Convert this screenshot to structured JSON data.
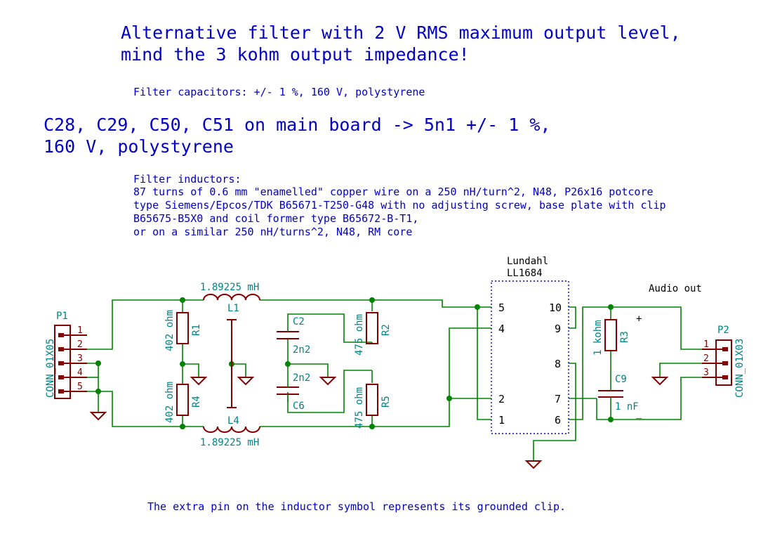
{
  "notes": {
    "title_line1": "Alternative filter with 2 V RMS maximum output level,",
    "title_line2": "mind the 3 kohm output impedance!",
    "filter_caps": "Filter capacitors: +/- 1 %, 160 V, polystyrene",
    "main_board_line1": "C28, C29, C50, C51 on main board -> 5n1 +/- 1 %,",
    "main_board_line2": "160 V, polystyrene",
    "inductors_line1": "Filter inductors:",
    "inductors_line2": "87 turns of 0.6 mm \"enamelled\" copper wire on a 250 nH/turn^2, N48, P26x16 potcore",
    "inductors_line3": "type Siemens/Epcos/TDK B65671-T250-G48 with no adjusting screw, base plate with clip",
    "inductors_line4": "B65675-B5X0 and coil former type B65672-B-T1,",
    "inductors_line5": "or on a similar 250 nH/turns^2, N48, RM core",
    "footer": "The extra pin on the inductor symbol represents its grounded clip."
  },
  "components": {
    "p1": {
      "ref": "P1",
      "value": "CONN_01X05",
      "pins": [
        "1",
        "2",
        "3",
        "4",
        "5"
      ]
    },
    "p2": {
      "ref": "P2",
      "value": "CONN_01X03",
      "pins": [
        "1",
        "2",
        "3"
      ]
    },
    "r1": {
      "ref": "R1",
      "value": "402 ohm"
    },
    "r4": {
      "ref": "R4",
      "value": "402 ohm"
    },
    "r2": {
      "ref": "R2",
      "value": "475 ohm"
    },
    "r5": {
      "ref": "R5",
      "value": "475 ohm"
    },
    "r3": {
      "ref": "R3",
      "value": "1 kohm"
    },
    "l1": {
      "ref": "L1",
      "value": "1.89225 mH"
    },
    "l4": {
      "ref": "L4",
      "value": "1.89225 mH"
    },
    "c2": {
      "ref": "C2",
      "value": "2n2"
    },
    "c6": {
      "ref": "C6",
      "value": "2n2"
    },
    "c9": {
      "ref": "C9",
      "value": "1 nF"
    },
    "transformer": {
      "maker": "Lundahl",
      "model": "LL1684",
      "pins_left": [
        "5",
        "4",
        "2",
        "1"
      ],
      "pins_right": [
        "10",
        "9",
        "8",
        "7",
        "6"
      ]
    }
  },
  "labels": {
    "audio_out": "Audio out",
    "plus": "+",
    "minus": "_"
  },
  "colors": {
    "note_text": "#0000c8",
    "wire": "#008400",
    "component": "#840000",
    "reference": "#008484",
    "component_fill": "#ffffc2"
  }
}
